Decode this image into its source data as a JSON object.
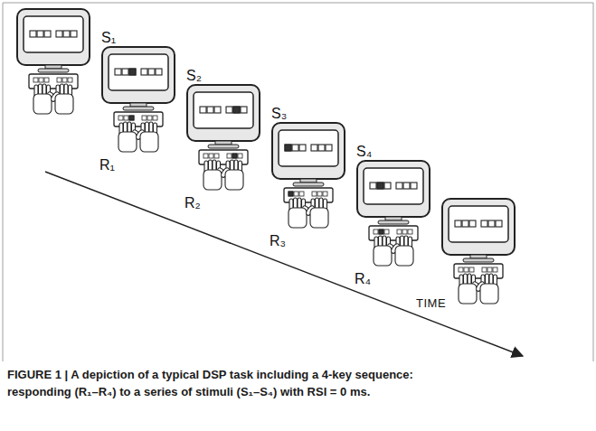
{
  "diagram": {
    "caption": "FIGURE 1 | A depiction of a typical DSP task including a 4-key sequence: responding (R₁–R₄) to a series of stimuli (S₁–S₄) with RSI = 0 ms.",
    "labels": [
      "S₁",
      "S₂",
      "S₃",
      "S₄",
      "R₁",
      "R₂",
      "R₃",
      "R₄",
      "TIME"
    ]
  }
}
